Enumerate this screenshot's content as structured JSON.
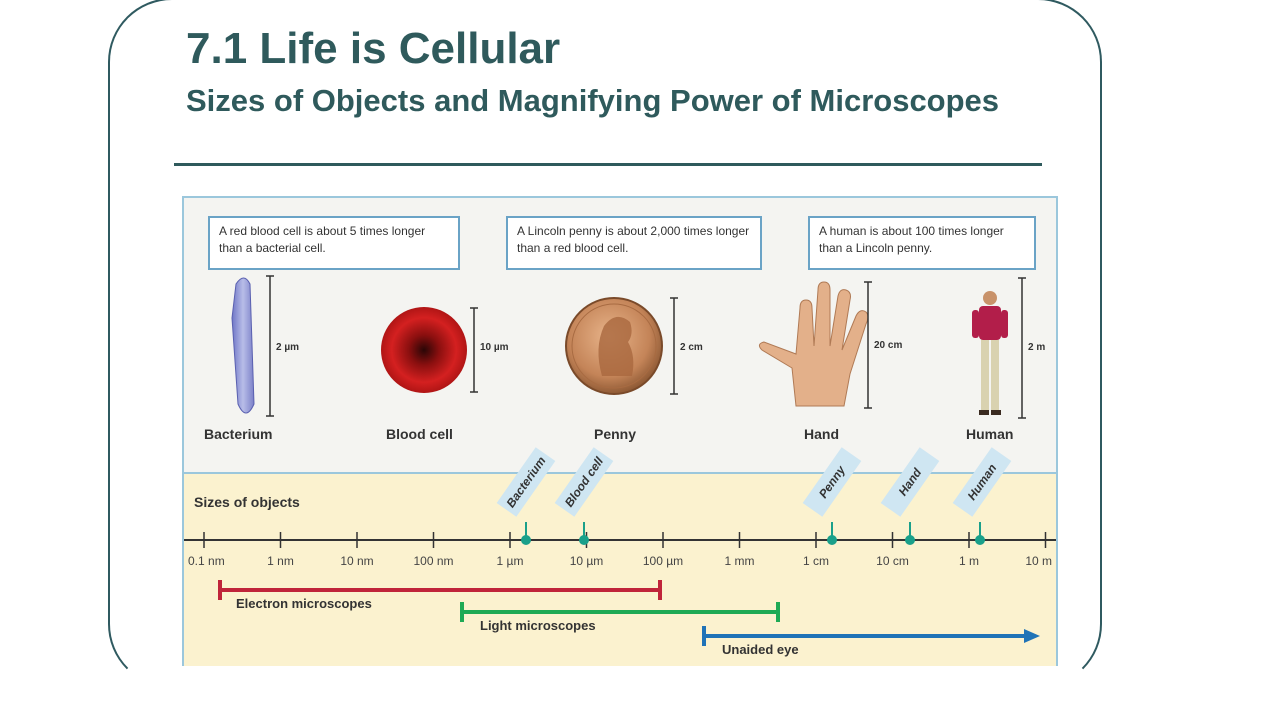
{
  "title": "7.1 Life is Cellular",
  "subtitle": "Sizes of Objects and Magnifying Power of Microscopes",
  "callouts": [
    "A red blood cell is about 5 times longer than a bacterial cell.",
    "A Lincoln penny is about 2,000 times longer than a red blood cell.",
    "A human is about 100 times longer than a Lincoln penny."
  ],
  "objects": [
    {
      "name": "Bacterium",
      "size": "2 µm"
    },
    {
      "name": "Blood cell",
      "size": "10 µm"
    },
    {
      "name": "Penny",
      "size": "2 cm"
    },
    {
      "name": "Hand",
      "size": "20 cm"
    },
    {
      "name": "Human",
      "size": "2 m"
    }
  ],
  "scale": {
    "label": "Sizes of objects",
    "ticks": [
      "0.1 nm",
      "1 nm",
      "10 nm",
      "100 nm",
      "1 µm",
      "10 µm",
      "100 µm",
      "1 mm",
      "1 cm",
      "10 cm",
      "1 m",
      "10 m"
    ],
    "markers": [
      "Bacterium",
      "Blood cell",
      "Penny",
      "Hand",
      "Human"
    ]
  },
  "ranges": [
    {
      "name": "Electron microscopes",
      "color": "#c0243a"
    },
    {
      "name": "Light microscopes",
      "color": "#1faa55"
    },
    {
      "name": "Unaided eye",
      "color": "#1f73b7"
    }
  ],
  "colors": {
    "heading": "#2f5a5c",
    "marker": "#1aa08a"
  }
}
